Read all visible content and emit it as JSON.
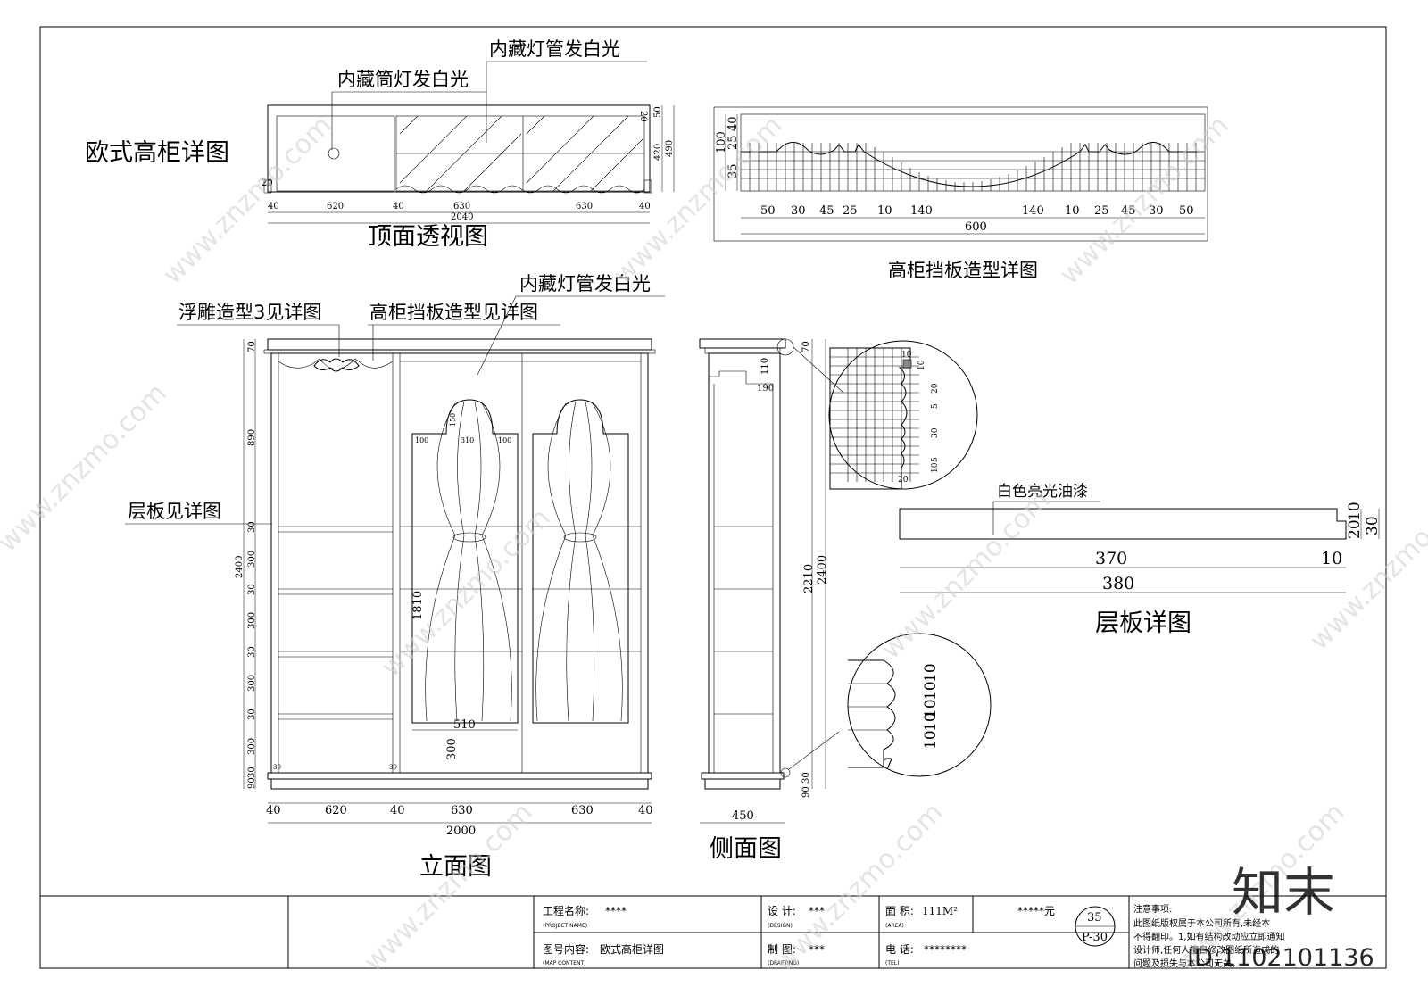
{
  "top_view": {
    "heading": "欧式高柜详图",
    "callout_tube_light": "内藏灯管发白光",
    "callout_downlight": "内藏筒灯发白光",
    "title": "顶面透视图",
    "dims_bottom": [
      "40",
      "620",
      "40",
      "630",
      "630",
      "40"
    ],
    "dim_total": "2040",
    "dims_right": [
      "50",
      "420",
      "490",
      "20"
    ],
    "dim_left": "20",
    "dim_top_right": "20"
  },
  "baffle_detail": {
    "title": "高柜挡板造型详图",
    "dims_left": [
      "100",
      "40",
      "25",
      "35"
    ],
    "dims_bottom": [
      "50",
      "30",
      "45",
      "25",
      "10",
      "140",
      "140",
      "10",
      "25",
      "45",
      "30",
      "50"
    ],
    "dim_total": "600"
  },
  "elevation": {
    "title": "立面图",
    "callout_tube_light": "内藏灯管发白光",
    "callout_relief": "浮雕造型3见详图",
    "callout_baffle": "高柜挡板造型见详图",
    "callout_shelf": "层板见详图",
    "dims_left": [
      "70",
      "890",
      "30",
      "300",
      "30",
      "300",
      "30",
      "300",
      "30",
      "300",
      "90",
      "30"
    ],
    "dim_height": "2400",
    "dims_bottom": [
      "40",
      "620",
      "40",
      "630",
      "630",
      "40"
    ],
    "dim_total": "2000",
    "dim_curtain_height": "1810",
    "dim_curtain_width": "510",
    "dim_curtain_bottom": "300",
    "dims_arch": [
      "150",
      "100",
      "310",
      "100"
    ],
    "dims_inner": [
      "30",
      "30"
    ]
  },
  "side_view": {
    "title": "侧面图",
    "dims_top": [
      "110",
      "190",
      "70"
    ],
    "dim_inner_height": "2210",
    "dim_height": "2400",
    "dim_depth": "450",
    "dims_base": [
      "90",
      "30"
    ]
  },
  "molding_detail_top": {
    "dims": [
      "10",
      "10",
      "20",
      "5",
      "30",
      "10",
      "5",
      "20"
    ]
  },
  "molding_detail_bottom": {
    "dims": [
      "10",
      "10",
      "10",
      "10",
      "10",
      "10",
      "7"
    ]
  },
  "shelf_detail": {
    "title": "层板详图",
    "callout_finish": "白色亮光油漆",
    "dims": [
      "370",
      "10",
      "380",
      "20",
      "10",
      "30"
    ]
  },
  "title_block": {
    "project_label": "工程名称:",
    "project_label_en": "(PROJECT NAME)",
    "project_value": "****",
    "map_label": "图号内容:",
    "map_label_en": "(MAP CONTENT)",
    "map_value": "欧式高柜详图",
    "design_label": "设 计:",
    "design_label_en": "(DESIGN)",
    "design_value": "***",
    "drafting_label": "制 图:",
    "drafting_label_en": "(DRAFTING)",
    "drafting_value": "***",
    "area_label": "面 积:",
    "area_value": "111M²",
    "area_label_en": "(AREA)",
    "price": "*****元",
    "tel_label": "电 话:",
    "tel_label_en": "(TEL)",
    "tel_value": "********",
    "sheet_no": "35",
    "page_code": "P-30",
    "notes_title": "注意事项:",
    "notes_lines": [
      "此图纸版权属于本公司所有,未经本",
      "不得翻印。1,如有结构改动应立即通知",
      "设计师,任何人擅自修改图纸所造成的",
      "问题及损失与本公司无关。"
    ]
  },
  "watermark": {
    "brand": "知末",
    "site": "www.znzmo.com",
    "id": "ID:1102101136"
  }
}
